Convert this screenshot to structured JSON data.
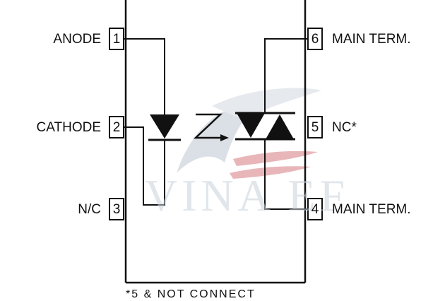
{
  "pins": [
    {
      "number": "1",
      "label": "ANODE"
    },
    {
      "number": "2",
      "label": "CATHODE"
    },
    {
      "number": "3",
      "label": "N/C"
    },
    {
      "number": "4",
      "label": "MAIN TERM."
    },
    {
      "number": "5",
      "label": "NC*"
    },
    {
      "number": "6",
      "label": "MAIN TERM."
    }
  ],
  "watermark": "VINA EF",
  "footnote": "*5 & NOT CONNECT",
  "colors": {
    "line": "#111111",
    "watermark": "#c9d2dc",
    "watermark_accent": "#c0303a"
  }
}
